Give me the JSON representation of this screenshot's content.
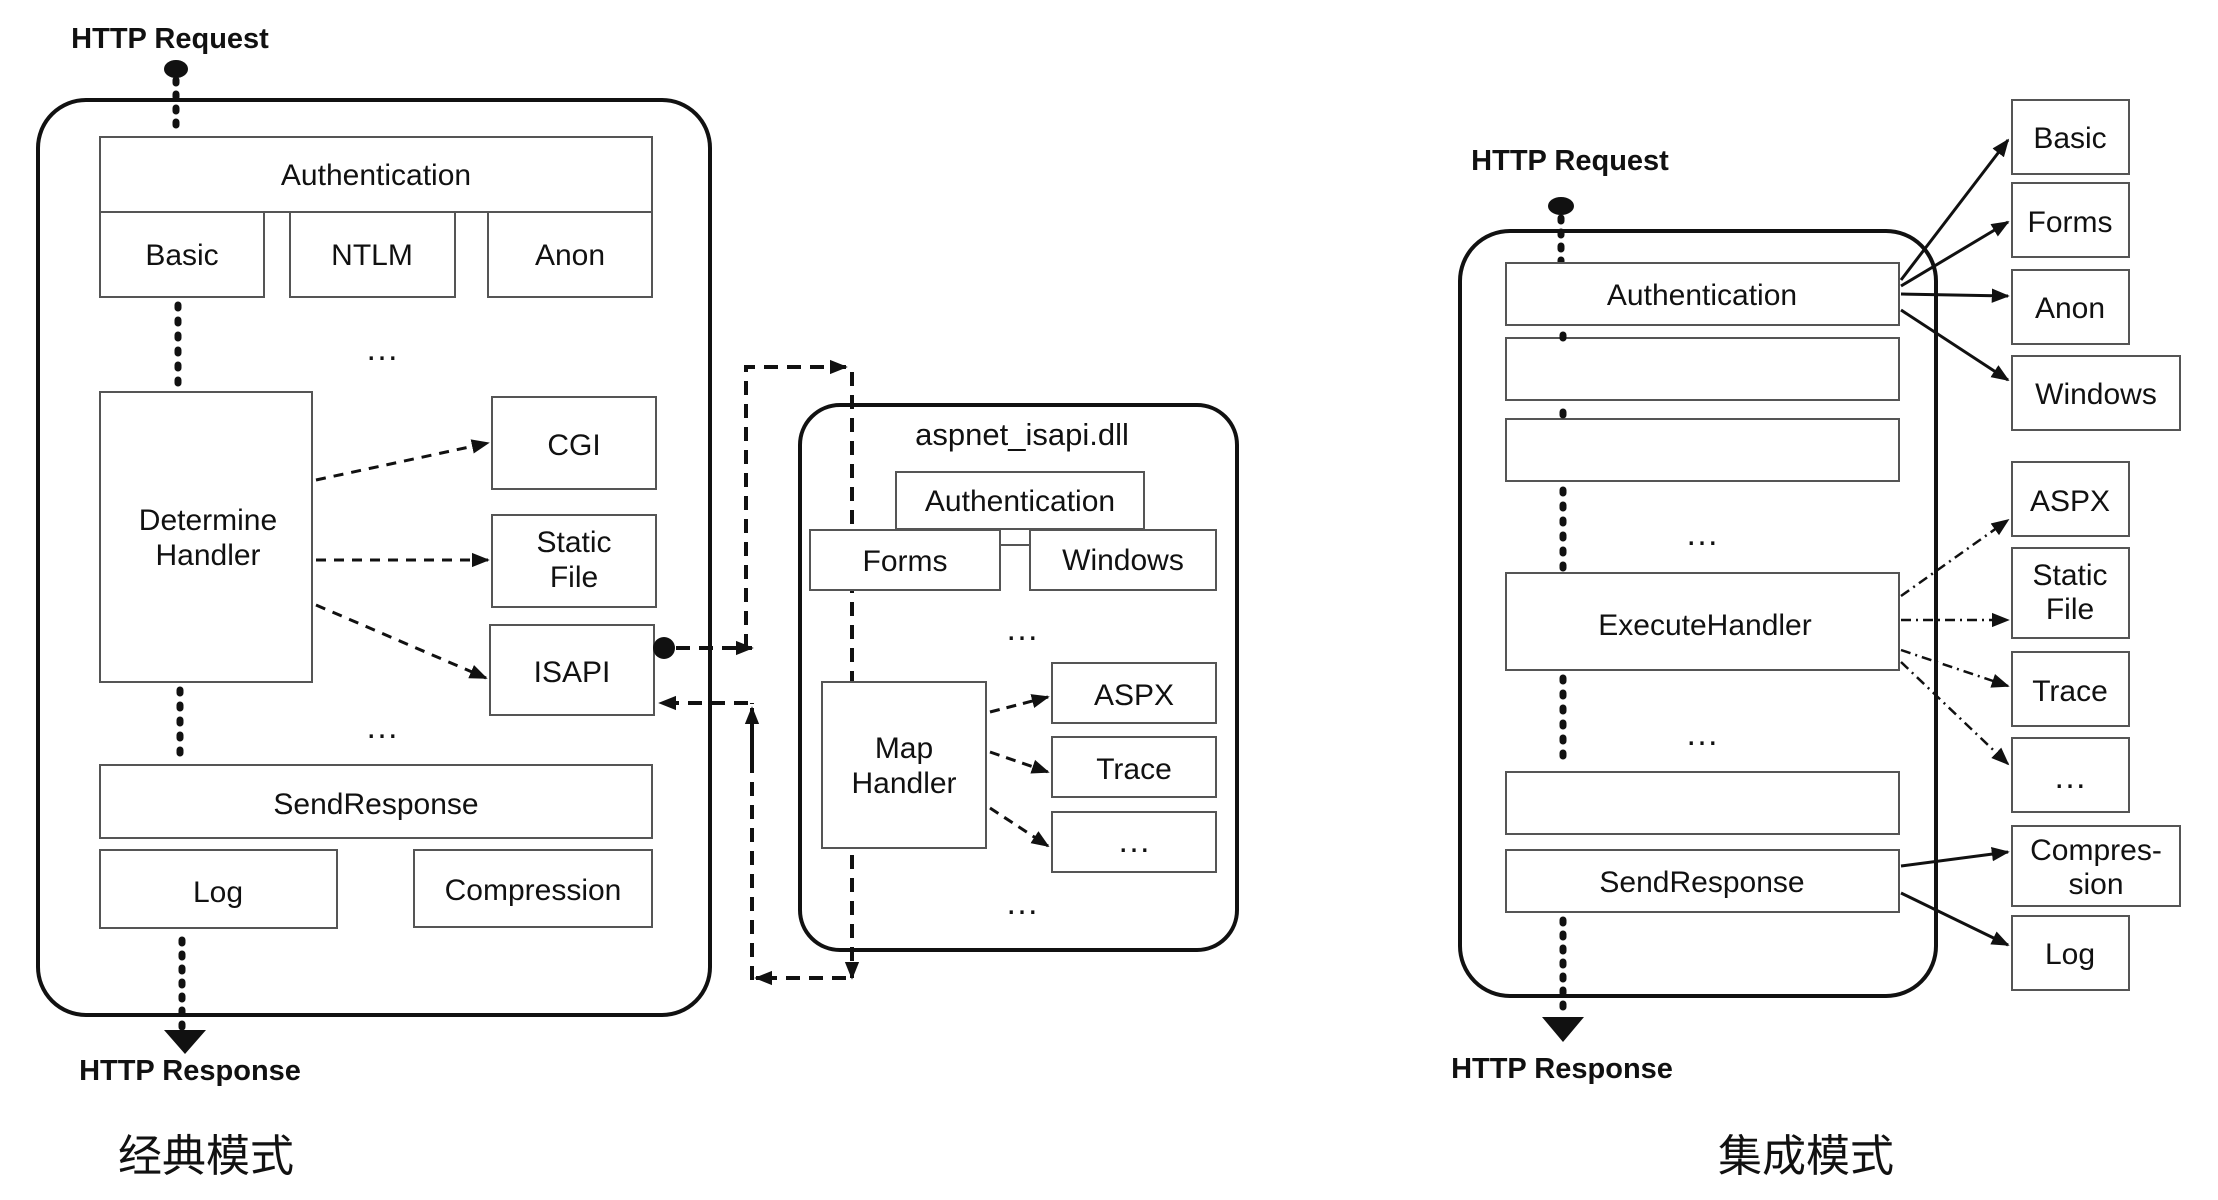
{
  "classic": {
    "request_label": "HTTP Request",
    "response_label": "HTTP Response",
    "authentication": "Authentication",
    "auth_basic": "Basic",
    "auth_ntlm": "NTLM",
    "auth_anon": "Anon",
    "ellipsis_top": "…",
    "determine_handler_line1": "Determine",
    "determine_handler_line2": "Handler",
    "cgi": "CGI",
    "static_file_line1": "Static",
    "static_file_line2": "File",
    "isapi": "ISAPI",
    "ellipsis_bottom": "…",
    "send_response": "SendResponse",
    "log": "Log",
    "compression": "Compression",
    "caption": "经典模式"
  },
  "aspnet": {
    "title": "aspnet_isapi.dll",
    "authentication": "Authentication",
    "forms": "Forms",
    "windows": "Windows",
    "ellipsis_top": "…",
    "map_handler_line1": "Map",
    "map_handler_line2": "Handler",
    "aspx": "ASPX",
    "trace": "Trace",
    "more": "…",
    "ellipsis_bottom": "…"
  },
  "integrated": {
    "request_label": "HTTP Request",
    "response_label": "HTTP Response",
    "authentication": "Authentication",
    "ellipsis_top": "…",
    "execute_handler": "ExecuteHandler",
    "ellipsis_bottom": "…",
    "send_response": "SendResponse",
    "auth_basic": "Basic",
    "auth_forms": "Forms",
    "auth_anon": "Anon",
    "auth_windows": "Windows",
    "aspx": "ASPX",
    "static_file_line1": "Static",
    "static_file_line2": "File",
    "trace": "Trace",
    "more": "…",
    "compression_line1": "Compres-",
    "compression_line2": "sion",
    "log": "Log",
    "caption": "集成模式"
  }
}
